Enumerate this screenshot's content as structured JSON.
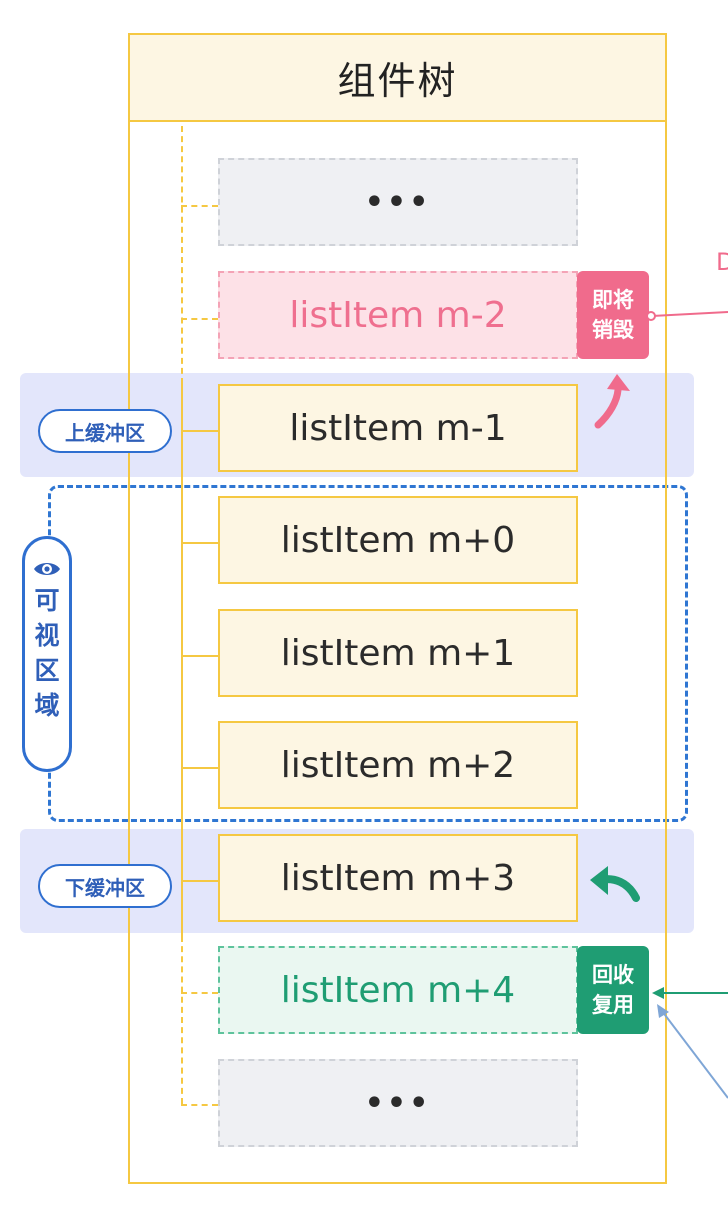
{
  "panel": {
    "title": "组件树"
  },
  "buffers": {
    "upper": "上缓冲区",
    "lower": "下缓冲区"
  },
  "visible_area": {
    "label": "可视区域"
  },
  "items": [
    {
      "text": "•••",
      "state": "placeholder"
    },
    {
      "text": "listItem m-2",
      "state": "destroy"
    },
    {
      "text": "listItem m-1",
      "state": "solid"
    },
    {
      "text": "listItem m+0",
      "state": "solid"
    },
    {
      "text": "listItem m+1",
      "state": "solid"
    },
    {
      "text": "listItem m+2",
      "state": "solid"
    },
    {
      "text": "listItem m+3",
      "state": "solid"
    },
    {
      "text": "listItem m+4",
      "state": "reuse"
    },
    {
      "text": "•••",
      "state": "placeholder"
    }
  ],
  "tags": {
    "destroy": {
      "label": "即将\n销毁",
      "color": "#f06b8c"
    },
    "reuse": {
      "label": "回收\n复用",
      "color": "#1f9d73"
    }
  },
  "edge_text": {
    "right_cut": "D"
  },
  "colors": {
    "panel_border": "#f5c842",
    "item_fill": "#fdf6e3",
    "buffer_band": "#e3e6fb",
    "visible_border": "#2f76d2",
    "destroy": "#f06b8c",
    "reuse": "#1f9d73",
    "link_blue": "#7fa6d6"
  },
  "icons": [
    "eye-icon",
    "up-arrow-icon",
    "reuse-arrow-icon"
  ]
}
